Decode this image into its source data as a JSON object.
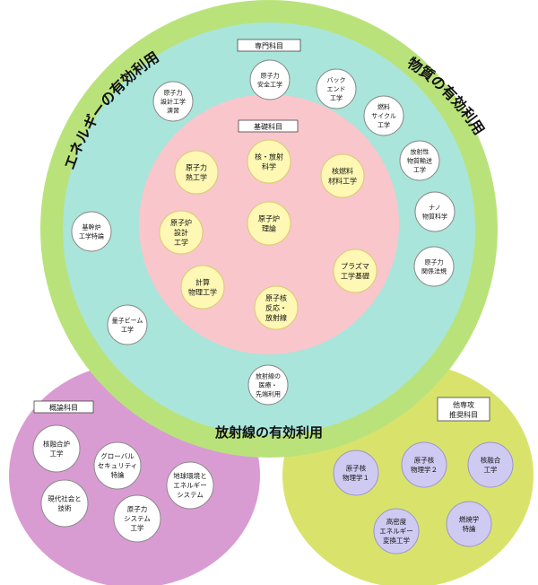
{
  "colors": {
    "outer_ring": "#b9e37a",
    "middle_ring": "#a9e5da",
    "inner_core": "#f9c6cc",
    "left_lobe": "#d99cd2",
    "right_lobe": "#d9e36c",
    "course_yellow": "#fef8b4",
    "course_yellow_edge": "#d8cc6e",
    "course_blue": "#cfcaf1",
    "course_blue_edge": "#9b95cc",
    "course_white": "#ffffff",
    "course_white_edge": "#8a8a8a"
  },
  "ring_labels": {
    "energy": "エネルギーの有効利用",
    "material": "物質の有効利用",
    "radiation": "放射線の有効利用"
  },
  "box_labels": {
    "specialized": "専門科目",
    "basic": "基礎科目",
    "overview": "概論科目",
    "other_major": [
      "他専攻",
      "推奨科目"
    ]
  },
  "courses": {
    "basic": [
      {
        "id": "nuclear-radiation-science",
        "lines": [
          "核・放射",
          "科学"
        ]
      },
      {
        "id": "reactor-thermal-engineering",
        "lines": [
          "原子力",
          "熱工学"
        ]
      },
      {
        "id": "nuclear-fuel-materials",
        "lines": [
          "核燃料",
          "材料工学"
        ]
      },
      {
        "id": "reactor-design-engineering",
        "lines": [
          "原子炉",
          "設計",
          "工学"
        ]
      },
      {
        "id": "reactor-theory",
        "lines": [
          "原子炉",
          "理論"
        ]
      },
      {
        "id": "plasma-engineering-basics",
        "lines": [
          "プラズマ",
          "工学基礎"
        ]
      },
      {
        "id": "computational-physics-engineering",
        "lines": [
          "計算",
          "物理工学"
        ]
      },
      {
        "id": "nuclear-reaction-radiation",
        "lines": [
          "原子核",
          "反応・",
          "放射線"
        ]
      }
    ],
    "specialized": [
      {
        "id": "nuclear-safety-engineering",
        "lines": [
          "原子力",
          "安全工学"
        ]
      },
      {
        "id": "nuclear-design-exercise",
        "lines": [
          "原子力",
          "設計工学",
          "演習"
        ]
      },
      {
        "id": "backend-engineering",
        "lines": [
          "バック",
          "エンド",
          "工学"
        ]
      },
      {
        "id": "fuel-cycle-engineering",
        "lines": [
          "燃料",
          "サイクル",
          "工学"
        ]
      },
      {
        "id": "radioactive-transport-engineering",
        "lines": [
          "放射性",
          "物質輸送",
          "工学"
        ]
      },
      {
        "id": "nano-materials-science",
        "lines": [
          "ナノ",
          "物質科学"
        ]
      },
      {
        "id": "nuclear-laws",
        "lines": [
          "原子力",
          "関係法規"
        ]
      },
      {
        "id": "reactor-engineering-special",
        "lines": [
          "基幹炉",
          "工学特論"
        ]
      },
      {
        "id": "quantum-beam-engineering",
        "lines": [
          "量子ビーム",
          "工学"
        ]
      },
      {
        "id": "radiation-medical-advanced",
        "lines": [
          "放射線の",
          "医療・",
          "先端利用"
        ]
      }
    ],
    "overview": [
      {
        "id": "fusion-engineering",
        "lines": [
          "核融合炉",
          "工学"
        ]
      },
      {
        "id": "global-security",
        "lines": [
          "グローバル",
          "セキュリティ",
          "特論"
        ]
      },
      {
        "id": "environment-energy-systems",
        "lines": [
          "地球環境と",
          "エネルギー",
          "システム"
        ]
      },
      {
        "id": "modern-society-technology",
        "lines": [
          "現代社会と",
          "技術"
        ]
      },
      {
        "id": "nuclear-systems-engineering",
        "lines": [
          "原子力",
          "システム",
          "工学"
        ]
      }
    ],
    "other_major": [
      {
        "id": "nuclear-physics-1",
        "lines": [
          "原子核",
          "物理学１"
        ]
      },
      {
        "id": "nuclear-physics-2",
        "lines": [
          "原子核",
          "物理学２"
        ]
      },
      {
        "id": "fusion-engineering-other",
        "lines": [
          "核融合",
          "工学"
        ]
      },
      {
        "id": "high-density-energy",
        "lines": [
          "高密度",
          "エネルギー",
          "変換工学"
        ]
      },
      {
        "id": "combustion-special",
        "lines": [
          "燃焼学",
          "特論"
        ]
      }
    ]
  }
}
